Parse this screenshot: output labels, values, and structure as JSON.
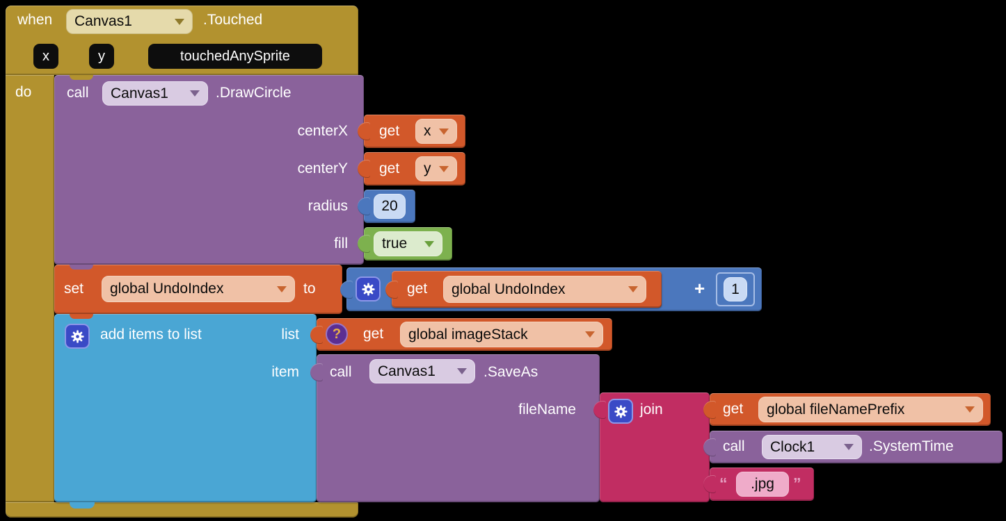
{
  "palette": {
    "canvas_background": "#000000",
    "event_gold": "#b2922f",
    "component_purple": "#8a629b",
    "variable_orange": "#d2582a",
    "math_blue": "#4b77bd",
    "logic_green": "#7db14e",
    "list_blue": "#4aa6d4",
    "text_pink": "#c12d62",
    "mutator_blue": "#3a4ac6",
    "warning_purple": "#5c2e92"
  },
  "when_block": {
    "keyword": "when",
    "component": "Canvas1",
    "event": ".Touched",
    "params": {
      "x": "x",
      "y": "y",
      "sprite": "touchedAnySprite"
    },
    "do_label": "do"
  },
  "draw_circle": {
    "keyword": "call",
    "component": "Canvas1",
    "method": ".DrawCircle",
    "args": {
      "a1": "centerX",
      "a2": "centerY",
      "a3": "radius",
      "a4": "fill"
    }
  },
  "get_x": {
    "keyword": "get",
    "variable": "x"
  },
  "get_y": {
    "keyword": "get",
    "variable": "y"
  },
  "radius_value": "20",
  "fill_value": "true",
  "set_undo": {
    "keyword": "set",
    "variable": "global UndoIndex",
    "to": "to"
  },
  "math_plus": {
    "get_keyword": "get",
    "variable": "global UndoIndex",
    "operator": "+",
    "operand": "1"
  },
  "add_items": {
    "label": "add items to list",
    "list_label": "list",
    "item_label": "item"
  },
  "get_image_stack": {
    "keyword": "get",
    "variable": "global imageStack",
    "warning_glyph": "?"
  },
  "save_as": {
    "keyword": "call",
    "component": "Canvas1",
    "method": ".SaveAs",
    "arg": "fileName"
  },
  "join_block": {
    "label": "join"
  },
  "get_prefix": {
    "keyword": "get",
    "variable": "global fileNamePrefix"
  },
  "system_time": {
    "keyword": "call",
    "component": "Clock1",
    "method": ".SystemTime"
  },
  "jpg_text": {
    "open_quote": "“",
    "value": ".jpg",
    "close_quote": "”"
  }
}
